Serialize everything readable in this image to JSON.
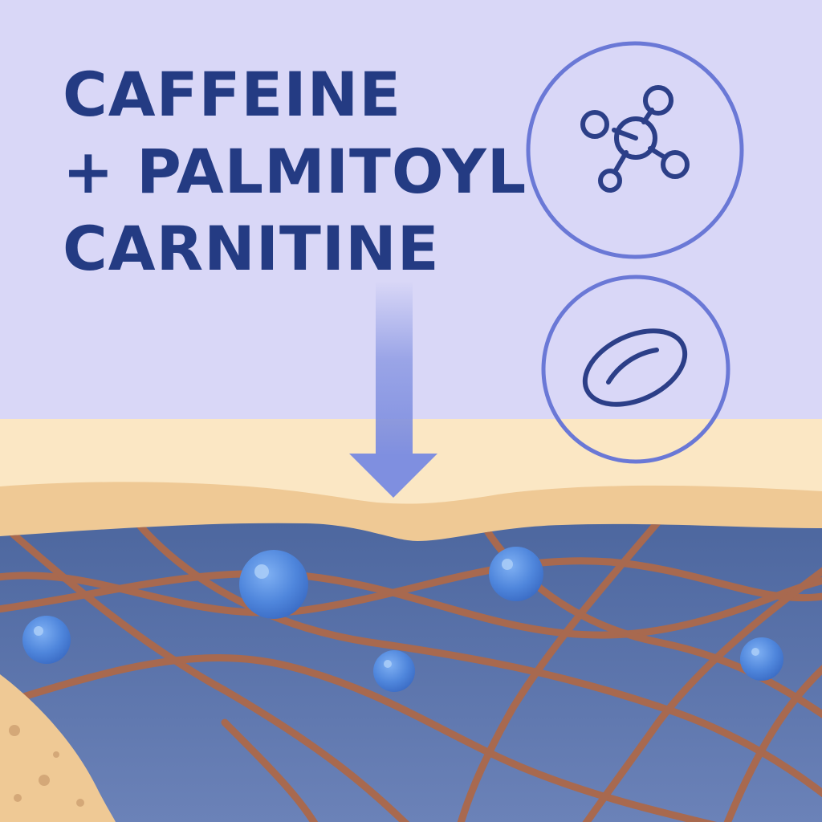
{
  "headline": {
    "line1": "CAFFEINE",
    "line2": "+ PALMITOYL",
    "line3": "CARNITINE"
  },
  "icons": {
    "top": "molecule-icon",
    "bottom": "fat-cell-icon",
    "arrow": "down-arrow-icon"
  },
  "colors": {
    "background": "#d9d7f7",
    "title": "#243b83",
    "icon_ring": "#6a78d6",
    "icon_stroke": "#2c3f88",
    "arrow": "#7f8fe0",
    "epidermis": "#fbe7c4",
    "skin_band": "#efc995",
    "dermis": "#5a6fa8",
    "fiber": "#a8694f",
    "bubble": "#4f86dc"
  }
}
